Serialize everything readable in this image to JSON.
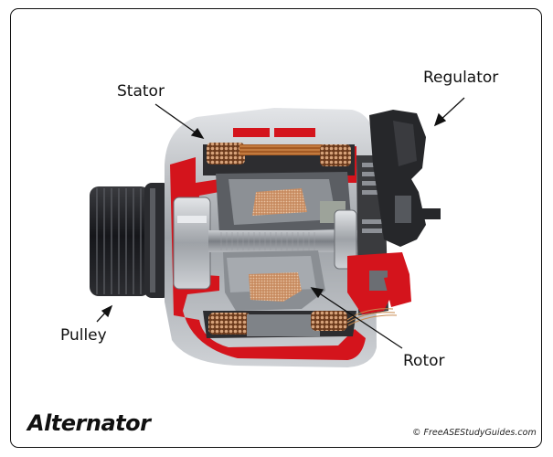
{
  "figure": {
    "title": "Alternator",
    "credit": "© FreeASEStudyGuides.com",
    "subject": "Cutaway view of an automotive alternator"
  },
  "labels": [
    {
      "id": "stator",
      "text": "Stator"
    },
    {
      "id": "regulator",
      "text": "Regulator"
    },
    {
      "id": "pulley",
      "text": "Pulley"
    },
    {
      "id": "rotor",
      "text": "Rotor"
    }
  ],
  "colors": {
    "cutaway_red": "#d4141c",
    "housing_silver": "#b9bcc0",
    "pulley_black": "#1e1f22",
    "copper": "#b86a35",
    "regulator_black": "#26272a",
    "border": "#111111"
  }
}
